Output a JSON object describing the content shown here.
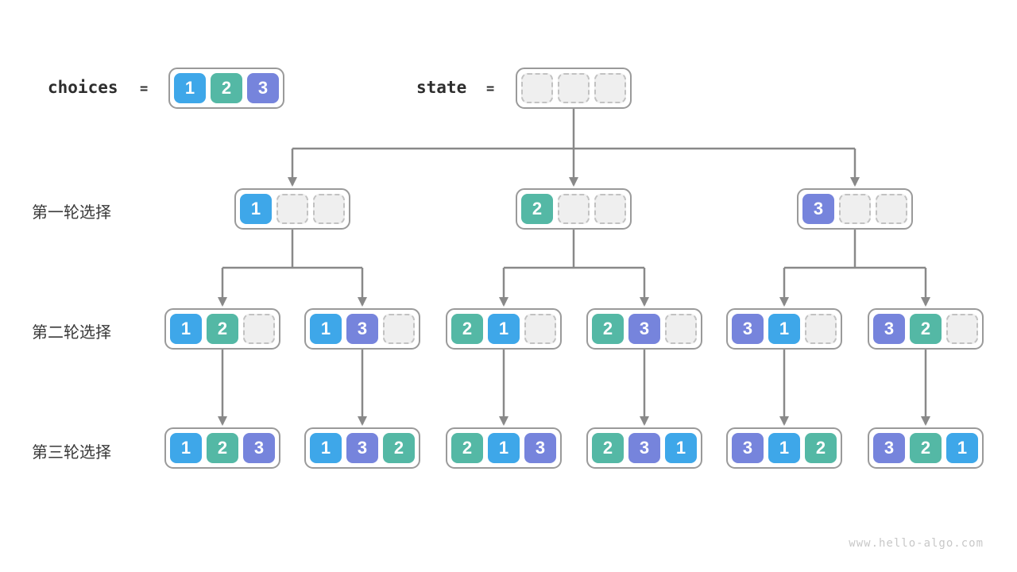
{
  "palette": {
    "1": "#3EA7E9",
    "2": "#54B8A5",
    "3": "#7684DC",
    "empty_fill": "#EFEFEF",
    "empty_border": "#C2C2C2",
    "node_border": "#9A9A9A",
    "arrow": "#898989",
    "label_text": "#3A3A3A",
    "watermark_text": "#C8C8C8"
  },
  "header": {
    "choices_label": "choices",
    "equals": "=",
    "choices": {
      "cells": [
        1,
        2,
        3
      ]
    },
    "state_label": "state",
    "state": {
      "cells": [
        null,
        null,
        null
      ]
    }
  },
  "rows": [
    {
      "label": "第一轮选择",
      "nodes": [
        {
          "cells": [
            1,
            null,
            null
          ]
        },
        {
          "cells": [
            2,
            null,
            null
          ]
        },
        {
          "cells": [
            3,
            null,
            null
          ]
        }
      ]
    },
    {
      "label": "第二轮选择",
      "nodes": [
        {
          "cells": [
            1,
            2,
            null
          ]
        },
        {
          "cells": [
            1,
            3,
            null
          ]
        },
        {
          "cells": [
            2,
            1,
            null
          ]
        },
        {
          "cells": [
            2,
            3,
            null
          ]
        },
        {
          "cells": [
            3,
            1,
            null
          ]
        },
        {
          "cells": [
            3,
            2,
            null
          ]
        }
      ]
    },
    {
      "label": "第三轮选择",
      "nodes": [
        {
          "cells": [
            1,
            2,
            3
          ]
        },
        {
          "cells": [
            1,
            3,
            2
          ]
        },
        {
          "cells": [
            2,
            1,
            3
          ]
        },
        {
          "cells": [
            2,
            3,
            1
          ]
        },
        {
          "cells": [
            3,
            1,
            2
          ]
        },
        {
          "cells": [
            3,
            2,
            1
          ]
        }
      ]
    }
  ],
  "watermark": "www.hello-algo.com"
}
